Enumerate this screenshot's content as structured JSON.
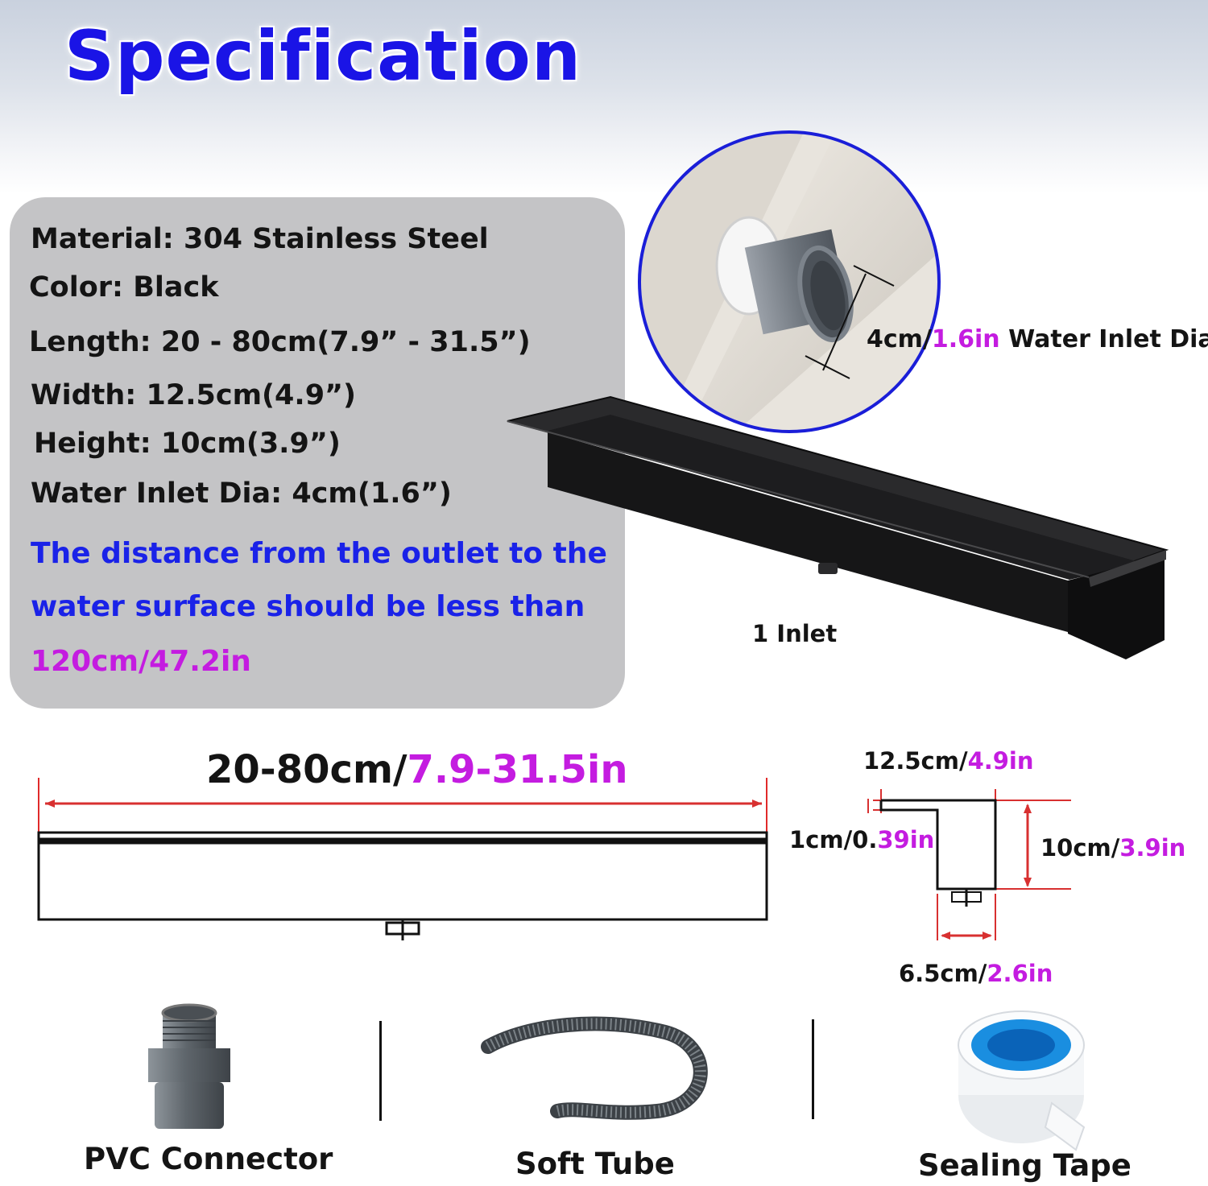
{
  "title": "Specification",
  "specs": {
    "material": "Material: 304 Stainless Steel",
    "color": "Color: Black",
    "length": "Length: 20 - 80cm(7.9” - 31.5”)",
    "width": "Width: 12.5cm(4.9”)",
    "height": "Height: 10cm(3.9”)",
    "inlet": "Water Inlet Dia: 4cm(1.6”)"
  },
  "note": {
    "line1": "The distance from the outlet to the",
    "line2": "water surface should be less than",
    "line3": "120cm/47.2in"
  },
  "callouts": {
    "inlet_dia_cm": "4cm/",
    "inlet_dia_in": "1.6in",
    "inlet_dia_label": " Water Inlet Dia",
    "inlet_count": "1 Inlet"
  },
  "dims": {
    "length_cm": "20-80cm/",
    "length_in": "7.9-31.5in",
    "width_cm": "12.5cm/",
    "width_in": "4.9in",
    "lip_cm": "1cm/0.",
    "lip_in": "39in",
    "height_cm": "10cm/",
    "height_in": "3.9in",
    "body_cm": "6.5cm/",
    "body_in": "2.6in"
  },
  "accessories": [
    {
      "label": "PVC Connector",
      "icon": "pvc-connector"
    },
    {
      "label": "Soft Tube",
      "icon": "soft-tube"
    },
    {
      "label": "Sealing Tape",
      "icon": "sealing-tape"
    }
  ],
  "colors": {
    "title": "#1a14e6",
    "note": "#1a22e8",
    "highlight": "#c41ce0",
    "inlet_label": "#e01818",
    "spec_box": "#c4c4c6"
  }
}
